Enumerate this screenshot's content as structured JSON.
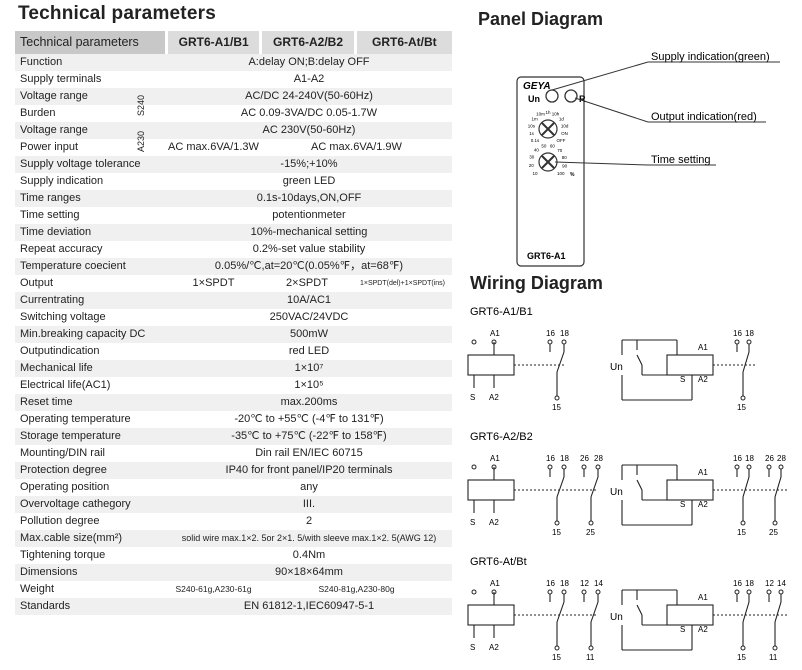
{
  "tech_title": "Technical parameters",
  "header": [
    "Technical parameters",
    "GRT6-A1/B1",
    "GRT6-A2/B2",
    "GRT6-At/Bt"
  ],
  "side_labels": {
    "s240": "S240",
    "a230": "A230"
  },
  "rows": [
    {
      "label": "Function",
      "value": "A:delay ON;B:delay OFF"
    },
    {
      "label": "Supply terminals",
      "value": "A1-A2"
    },
    {
      "label": "Voltage range",
      "value": "AC/DC 24-240V(50-60Hz)"
    },
    {
      "label": "Burden",
      "value": "AC 0.09-3VA/DC 0.05-1.7W"
    },
    {
      "label": "Voltage range",
      "value": "AC 230V(50-60Hz)"
    },
    {
      "label": "Power input",
      "v1": "AC max.6VA/1.3W",
      "v2": "AC max.6VA/1.9W"
    },
    {
      "label": "Supply voltage tolerance",
      "value": "-15%;+10%"
    },
    {
      "label": "Supply indication",
      "value": "green LED"
    },
    {
      "label": "Time ranges",
      "value": "0.1s-10days,ON,OFF"
    },
    {
      "label": "Time setting",
      "value": "potentionmeter"
    },
    {
      "label": "Time deviation",
      "value": "10%-mechanical setting"
    },
    {
      "label": "Repeat accuracy",
      "value": "0.2%-set value stability"
    },
    {
      "label": "Temperature coecient",
      "value": "0.05%/℃,at=20℃(0.05%℉，at=68℉)"
    },
    {
      "label": "Output",
      "v1": "1×SPDT",
      "v2": "2×SPDT",
      "v3": "1×SPDT(del)+1×SPDT(ins)"
    },
    {
      "label": "Currentrating",
      "value": "10A/AC1"
    },
    {
      "label": "Switching voltage",
      "value": "250VAC/24VDC"
    },
    {
      "label": "Min.breaking capacity DC",
      "value": "500mW"
    },
    {
      "label": "Outputindication",
      "value": "red LED"
    },
    {
      "label": "Mechanical life",
      "value": "1×10⁷"
    },
    {
      "label": "Electrical life(AC1)",
      "value": "1×10⁵"
    },
    {
      "label": "Reset time",
      "value": "max.200ms"
    },
    {
      "label": "Operating temperature",
      "value": "-20℃ to +55℃  (-4℉ to 131℉)"
    },
    {
      "label": "Storage temperature",
      "value": "-35℃ to +75℃  (-22℉ to 158℉)"
    },
    {
      "label": "Mounting/DIN rail",
      "value": "Din rail EN/IEC 60715"
    },
    {
      "label": "Protection degree",
      "value": "IP40 for front panel/IP20 terminals"
    },
    {
      "label": "Operating position",
      "value": "any"
    },
    {
      "label": "Overvoltage cathegory",
      "value": "III."
    },
    {
      "label": "Pollution degree",
      "value": "2"
    },
    {
      "label": "Max.cable size(mm²)",
      "value": "solid wire max.1×2. 5or 2×1. 5/with  sleeve max.1×2. 5(AWG  12)"
    },
    {
      "label": "Tightening torque",
      "value": "0.4Nm"
    },
    {
      "label": "Dimensions",
      "value": "90×18×64mm"
    },
    {
      "label": "Weight",
      "v1": "S240-61g,A230-61g",
      "v2": "S240-81g,A230-80g"
    },
    {
      "label": "Standards",
      "value": "EN 61812-1,IEC60947-5-1"
    }
  ],
  "panel": {
    "title": "Panel Diagram",
    "brand": "GEYA",
    "led_labels": [
      "Un",
      "R"
    ],
    "range_scale": [
      "0.1s",
      "1s",
      "10s",
      "1m",
      "10m",
      "1h",
      "10h",
      "1d",
      "10d",
      "ON",
      "OFF"
    ],
    "time_scale": [
      "10",
      "20",
      "30",
      "40",
      "50",
      "60",
      "70",
      "80",
      "90",
      "100"
    ],
    "time_unit": "%",
    "model": "GRT6-A1",
    "callouts": [
      "Supply indication(green)",
      "Output indication(red)",
      "Time setting"
    ]
  },
  "wiring": {
    "title": "Wiring Diagram",
    "diagrams": [
      {
        "name": "GRT6-A1/B1",
        "top": [
          "A1",
          "16",
          "18"
        ],
        "bottom": [
          "S",
          "A2",
          "15"
        ]
      },
      {
        "name": "GRT6-A2/B2",
        "top": [
          "A1",
          "16",
          "18",
          "26",
          "28"
        ],
        "bottom": [
          "S",
          "A2",
          "15",
          "25"
        ]
      },
      {
        "name": "GRT6-At/Bt",
        "top": [
          "A1",
          "16",
          "18",
          "12",
          "14"
        ],
        "bottom": [
          "S",
          "A2",
          "15",
          "11"
        ]
      }
    ],
    "un_label": "Un"
  }
}
